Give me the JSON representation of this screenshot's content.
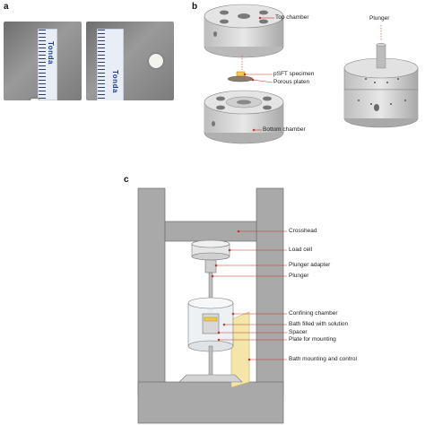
{
  "panels": {
    "a": "a",
    "b": "b",
    "c": "c"
  },
  "panel_a": {
    "ruler_text": "Tonda"
  },
  "panel_b": {
    "labels": {
      "top_chamber": "Top chamber",
      "psft_specimen": "pSFT specimen",
      "porous_platen": "Porous platen",
      "bottom_chamber": "Bottom chamber",
      "plunger": "Plunger"
    }
  },
  "panel_c": {
    "labels": {
      "crosshead": "Crosshead",
      "load_cell": "Load cell",
      "plunger_adapter": "Plunger adapter",
      "plunger": "Plunger",
      "confining_chamber": "Confining chamber",
      "bath_filled": "Bath filled with solution",
      "spacer": "Spacer",
      "plate_for_mounting": "Plate for mounting",
      "bath_mounting": "Bath mounting and control"
    }
  },
  "colors": {
    "frame_gray": "#a9a9a9",
    "chamber_gray": "#d6d6d6",
    "leader_line": "#c0392b",
    "specimen": "#f2c94c",
    "bath_panel": "#f4e6a9",
    "ruler_blue": "#1d3f8f"
  }
}
